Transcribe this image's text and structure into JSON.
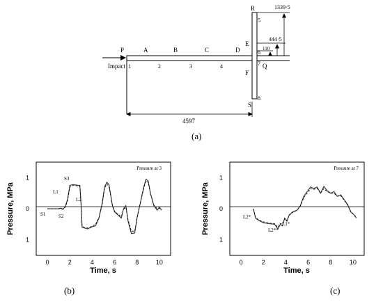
{
  "panel_a": {
    "caption": "(a)",
    "node_letters": {
      "P": "P",
      "A": "A",
      "B": "B",
      "C": "C",
      "D": "D",
      "E": "E",
      "F": "F",
      "R": "R",
      "S": "S",
      "Q": "Q"
    },
    "node_numbers": {
      "n1": "1",
      "n2": "2",
      "n3": "3",
      "n4": "4",
      "n5": "5",
      "n6": "6",
      "n7": "7",
      "n8": "8"
    },
    "impact_label": "Impact",
    "dimensions": {
      "total_length": "4597",
      "r_height": "1339·5",
      "e_height": "444·5",
      "branch_gap": "110"
    }
  },
  "panel_b": {
    "caption": "(b)",
    "annotation": "Pressure at 3",
    "point_labels": {
      "s1": "S1",
      "s2": "S2",
      "s3": "S3",
      "l1": "L1",
      "l2": "L2"
    }
  },
  "panel_c": {
    "caption": "(c)",
    "annotation": "Pressure at 7",
    "point_labels": {
      "l2star": "L2*",
      "l2starstar": "L2**",
      "l1star": "L1*"
    }
  },
  "chart_data": [
    {
      "type": "line",
      "xlabel": "Time, s",
      "ylabel": "Pressure, MPa",
      "xlim": [
        -1,
        11
      ],
      "ylim": [
        -1.5,
        1.5
      ],
      "x_ticks": [
        0,
        2,
        4,
        6,
        8,
        10
      ],
      "y_ticks": [
        {
          "value": 1,
          "label": "1"
        },
        {
          "value": 0,
          "label": "0"
        },
        {
          "value": -1,
          "label": "1"
        }
      ],
      "series": [
        {
          "values_xy": [
            [
              0.0,
              0.0
            ],
            [
              0.3,
              0.0
            ],
            [
              0.6,
              0.0
            ],
            [
              1.0,
              0.0
            ],
            [
              1.2,
              0.02
            ],
            [
              1.4,
              -0.02
            ],
            [
              1.6,
              0.08
            ],
            [
              1.8,
              0.3
            ],
            [
              2.0,
              0.75
            ],
            [
              2.3,
              0.78
            ],
            [
              2.6,
              0.76
            ],
            [
              2.9,
              0.75
            ],
            [
              3.0,
              0.2
            ],
            [
              3.1,
              -0.6
            ],
            [
              3.3,
              -0.62
            ],
            [
              3.6,
              -0.65
            ],
            [
              4.0,
              -0.58
            ],
            [
              4.3,
              -0.55
            ],
            [
              4.6,
              -0.3
            ],
            [
              4.9,
              0.2
            ],
            [
              5.1,
              0.7
            ],
            [
              5.3,
              0.85
            ],
            [
              5.5,
              0.78
            ],
            [
              5.8,
              0.1
            ],
            [
              6.0,
              -0.1
            ],
            [
              6.3,
              -0.2
            ],
            [
              6.6,
              -0.3
            ],
            [
              6.8,
              0.0
            ],
            [
              7.0,
              0.1
            ],
            [
              7.2,
              -0.4
            ],
            [
              7.5,
              -0.8
            ],
            [
              7.8,
              -0.78
            ],
            [
              8.0,
              -0.3
            ],
            [
              8.3,
              0.2
            ],
            [
              8.6,
              0.7
            ],
            [
              8.8,
              0.95
            ],
            [
              9.0,
              0.9
            ],
            [
              9.2,
              0.5
            ],
            [
              9.5,
              0.1
            ],
            [
              9.8,
              -0.05
            ],
            [
              10.0,
              0.05
            ],
            [
              10.2,
              -0.05
            ]
          ]
        },
        {
          "values_xy": [
            [
              0.0,
              0.0
            ],
            [
              0.5,
              0.0
            ],
            [
              1.0,
              0.0
            ],
            [
              1.4,
              0.0
            ],
            [
              1.6,
              0.05
            ],
            [
              1.8,
              0.25
            ],
            [
              2.0,
              0.7
            ],
            [
              2.3,
              0.75
            ],
            [
              2.6,
              0.74
            ],
            [
              2.9,
              0.72
            ],
            [
              3.0,
              0.15
            ],
            [
              3.1,
              -0.55
            ],
            [
              3.3,
              -0.6
            ],
            [
              3.6,
              -0.62
            ],
            [
              4.0,
              -0.56
            ],
            [
              4.3,
              -0.5
            ],
            [
              4.6,
              -0.28
            ],
            [
              4.9,
              0.15
            ],
            [
              5.1,
              0.65
            ],
            [
              5.3,
              0.8
            ],
            [
              5.5,
              0.72
            ],
            [
              5.8,
              0.12
            ],
            [
              6.0,
              -0.08
            ],
            [
              6.3,
              -0.18
            ],
            [
              6.6,
              -0.25
            ],
            [
              6.8,
              -0.02
            ],
            [
              7.0,
              0.05
            ],
            [
              7.2,
              -0.35
            ],
            [
              7.5,
              -0.72
            ],
            [
              7.8,
              -0.72
            ],
            [
              8.0,
              -0.28
            ],
            [
              8.3,
              0.2
            ],
            [
              8.6,
              0.65
            ],
            [
              8.8,
              0.9
            ],
            [
              9.0,
              0.85
            ],
            [
              9.2,
              0.5
            ],
            [
              9.5,
              0.12
            ],
            [
              9.8,
              0.0
            ],
            [
              10.0,
              0.02
            ],
            [
              10.2,
              -0.02
            ]
          ]
        }
      ]
    },
    {
      "type": "line",
      "xlabel": "Time, s",
      "ylabel": "Pressure, MPa",
      "xlim": [
        -1,
        11
      ],
      "ylim": [
        -1.5,
        1.5
      ],
      "x_ticks": [
        0,
        2,
        4,
        6,
        8,
        10
      ],
      "y_ticks": [
        {
          "value": 1,
          "label": "1"
        },
        {
          "value": 0,
          "label": "0"
        },
        {
          "value": -1,
          "label": "1"
        }
      ],
      "series": [
        {
          "values_xy": [
            [
              1.1,
              0.0
            ],
            [
              1.3,
              -0.3
            ],
            [
              1.6,
              -0.38
            ],
            [
              2.0,
              -0.45
            ],
            [
              2.5,
              -0.48
            ],
            [
              3.0,
              -0.5
            ],
            [
              3.3,
              -0.65
            ],
            [
              3.5,
              -0.5
            ],
            [
              3.7,
              -0.55
            ],
            [
              3.9,
              -0.3
            ],
            [
              4.1,
              -0.4
            ],
            [
              4.3,
              -0.2
            ],
            [
              4.6,
              -0.1
            ],
            [
              5.0,
              -0.05
            ],
            [
              5.3,
              0.1
            ],
            [
              5.6,
              0.4
            ],
            [
              5.9,
              0.55
            ],
            [
              6.2,
              0.7
            ],
            [
              6.5,
              0.65
            ],
            [
              6.8,
              0.7
            ],
            [
              7.1,
              0.5
            ],
            [
              7.4,
              0.72
            ],
            [
              7.7,
              0.58
            ],
            [
              8.0,
              0.5
            ],
            [
              8.3,
              0.55
            ],
            [
              8.6,
              0.4
            ],
            [
              8.9,
              0.45
            ],
            [
              9.2,
              0.3
            ],
            [
              9.5,
              0.15
            ],
            [
              9.8,
              -0.1
            ],
            [
              10.1,
              -0.2
            ],
            [
              10.3,
              -0.3
            ]
          ]
        },
        {
          "values_xy": [
            [
              1.1,
              0.0
            ],
            [
              1.3,
              -0.28
            ],
            [
              1.6,
              -0.36
            ],
            [
              2.0,
              -0.42
            ],
            [
              2.5,
              -0.46
            ],
            [
              3.0,
              -0.48
            ],
            [
              3.3,
              -0.6
            ],
            [
              3.5,
              -0.48
            ],
            [
              3.7,
              -0.5
            ],
            [
              3.9,
              -0.32
            ],
            [
              4.1,
              -0.38
            ],
            [
              4.3,
              -0.22
            ],
            [
              4.6,
              -0.12
            ],
            [
              5.0,
              -0.05
            ],
            [
              5.3,
              0.08
            ],
            [
              5.6,
              0.35
            ],
            [
              5.9,
              0.5
            ],
            [
              6.2,
              0.65
            ],
            [
              6.5,
              0.62
            ],
            [
              6.8,
              0.66
            ],
            [
              7.1,
              0.5
            ],
            [
              7.4,
              0.65
            ],
            [
              7.7,
              0.55
            ],
            [
              8.0,
              0.5
            ],
            [
              8.3,
              0.5
            ],
            [
              8.6,
              0.4
            ],
            [
              8.9,
              0.42
            ],
            [
              9.2,
              0.28
            ],
            [
              9.5,
              0.12
            ],
            [
              9.8,
              -0.08
            ],
            [
              10.1,
              -0.2
            ],
            [
              10.3,
              -0.28
            ]
          ]
        }
      ]
    }
  ]
}
